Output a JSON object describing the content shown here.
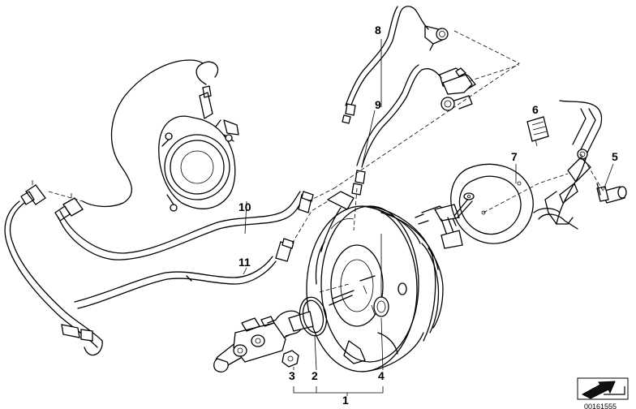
{
  "labels": {
    "p1": "1",
    "p2": "2",
    "p3": "3",
    "p4": "4",
    "p5": "5",
    "p6": "6",
    "p7": "7",
    "p8": "8",
    "p9": "9",
    "p10": "10",
    "p11": "11"
  },
  "document_number": "00161555",
  "icons": {
    "catalog": "arrow-catalog-icon"
  }
}
